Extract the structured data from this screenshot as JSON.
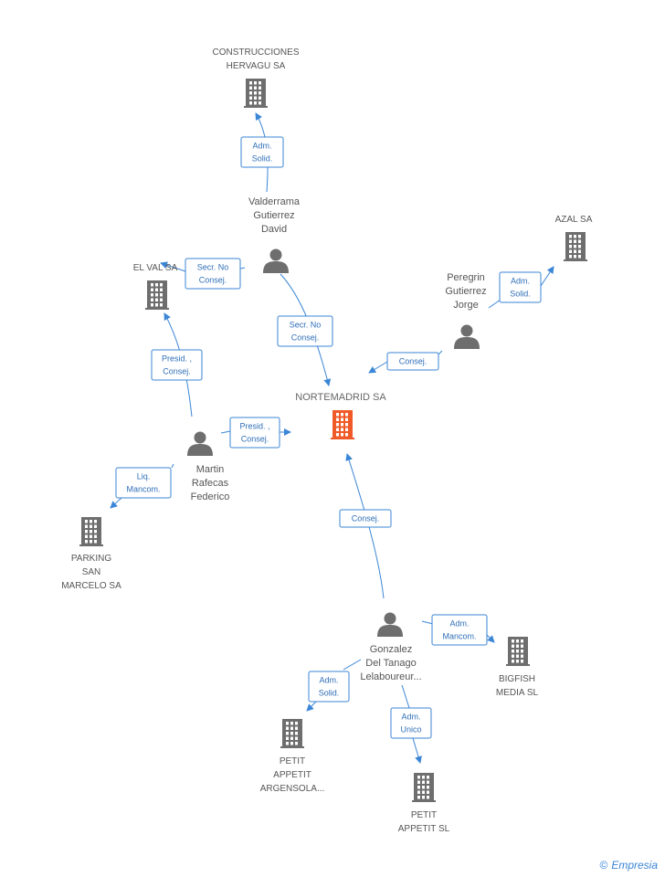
{
  "nodes": [
    {
      "id": "construcciones",
      "type": "company",
      "lines": [
        "CONSTRUCCIONES",
        "HERVAGU SA"
      ],
      "name": "node-construcciones-hervagu"
    },
    {
      "id": "valderrama",
      "type": "person",
      "lines": [
        "Valderrama",
        "Gutierrez",
        "David"
      ],
      "name": "node-valderrama"
    },
    {
      "id": "azal",
      "type": "company",
      "lines": [
        "AZAL SA"
      ],
      "name": "node-azal"
    },
    {
      "id": "elval",
      "type": "company",
      "lines": [
        "EL VAL SA"
      ],
      "name": "node-el-val"
    },
    {
      "id": "peregrin",
      "type": "person",
      "lines": [
        "Peregrin",
        "Gutierrez",
        "Jorge"
      ],
      "name": "node-peregrin"
    },
    {
      "id": "nortemadrid",
      "type": "main",
      "lines": [
        "NORTEMADRID SA"
      ],
      "name": "node-nortemadrid"
    },
    {
      "id": "martin",
      "type": "person",
      "lines": [
        "Martin",
        "Rafecas",
        "Federico"
      ],
      "name": "node-martin"
    },
    {
      "id": "parking",
      "type": "company",
      "lines": [
        "PARKING",
        "SAN",
        "MARCELO SA"
      ],
      "name": "node-parking"
    },
    {
      "id": "gonzalez",
      "type": "person",
      "lines": [
        "Gonzalez",
        "Del Tanago",
        "Lelaboureur..."
      ],
      "name": "node-gonzalez"
    },
    {
      "id": "bigfish",
      "type": "company",
      "lines": [
        "BIGFISH",
        "MEDIA SL"
      ],
      "name": "node-bigfish"
    },
    {
      "id": "petitargensola",
      "type": "company",
      "lines": [
        "PETIT",
        "APPETIT",
        "ARGENSOLA..."
      ],
      "name": "node-petit-argensola"
    },
    {
      "id": "petitsl",
      "type": "company",
      "lines": [
        "PETIT",
        "APPETIT SL"
      ],
      "name": "node-petit-appetit-sl"
    }
  ],
  "edges": [
    {
      "from": "valderrama",
      "to": "construcciones",
      "lines": [
        "Adm.",
        "Solid."
      ]
    },
    {
      "from": "valderrama",
      "to": "elval",
      "lines": [
        "Secr.  No",
        "Consej."
      ]
    },
    {
      "from": "valderrama",
      "to": "nortemadrid",
      "lines": [
        "Secr.  No",
        "Consej."
      ]
    },
    {
      "from": "peregrin",
      "to": "azal",
      "lines": [
        "Adm.",
        "Solid."
      ]
    },
    {
      "from": "peregrin",
      "to": "nortemadrid",
      "lines": [
        "Consej."
      ]
    },
    {
      "from": "martin",
      "to": "elval",
      "lines": [
        "Presid. ,",
        "Consej."
      ]
    },
    {
      "from": "martin",
      "to": "nortemadrid",
      "lines": [
        "Presid. ,",
        "Consej."
      ]
    },
    {
      "from": "martin",
      "to": "parking",
      "lines": [
        "Liq.",
        "Mancom."
      ]
    },
    {
      "from": "gonzalez",
      "to": "nortemadrid",
      "lines": [
        "Consej."
      ]
    },
    {
      "from": "gonzalez",
      "to": "bigfish",
      "lines": [
        "Adm.",
        "Mancom."
      ]
    },
    {
      "from": "gonzalez",
      "to": "petitargensola",
      "lines": [
        "Adm.",
        "Solid."
      ]
    },
    {
      "from": "gonzalez",
      "to": "petitsl",
      "lines": [
        "Adm.",
        "Unico"
      ]
    }
  ],
  "colors": {
    "edge": "#3b86d6",
    "main": "#f05a28",
    "icon": "#6e6e6e"
  },
  "footer": {
    "copyright": "©",
    "brand": "Empresia"
  }
}
